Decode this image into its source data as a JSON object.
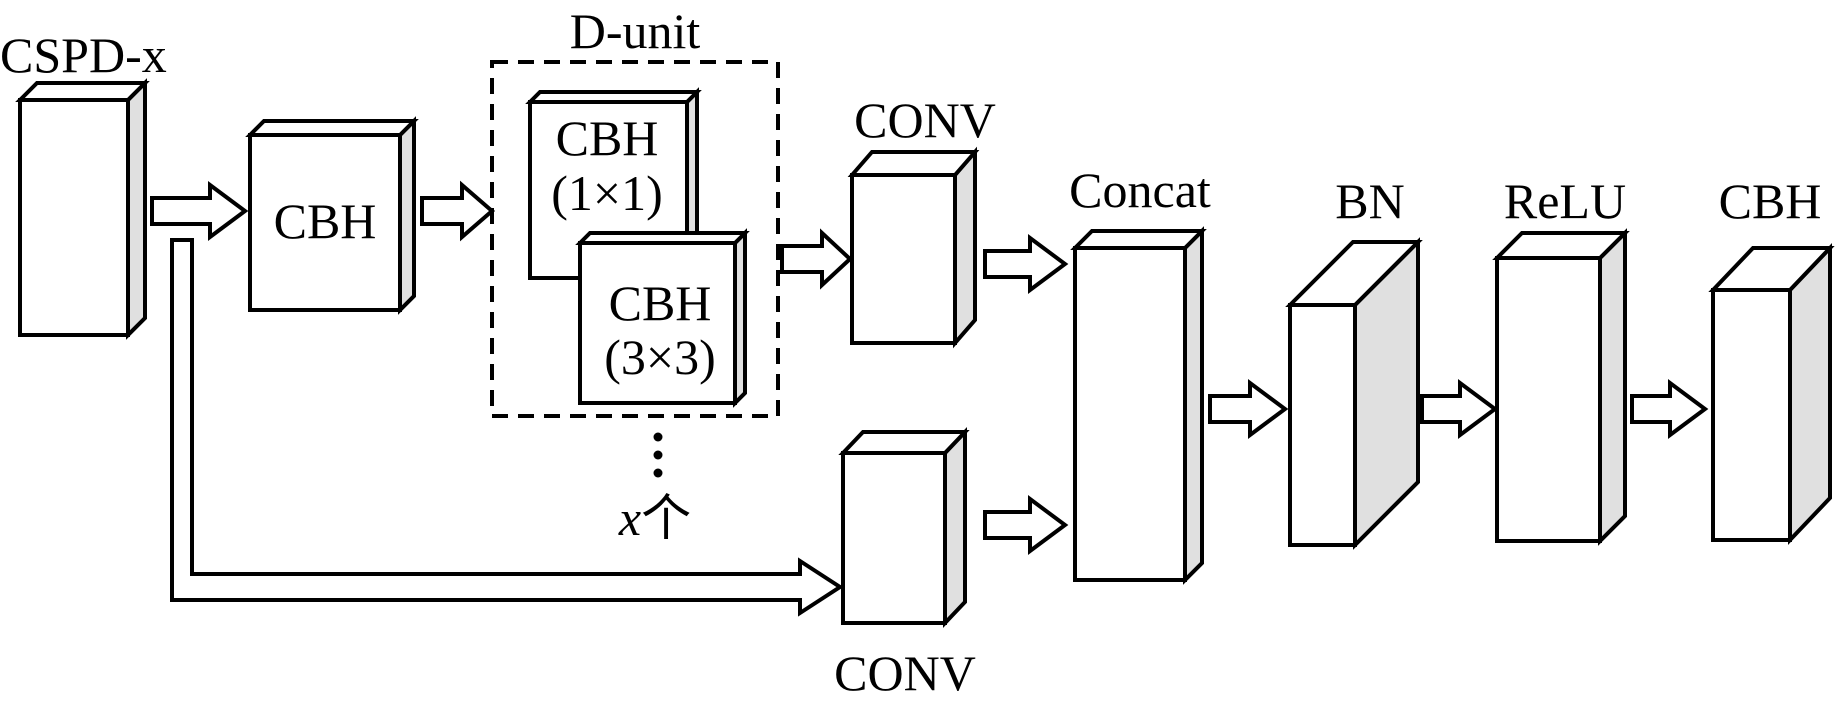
{
  "title": "CSPD-x",
  "group_label": "D-unit",
  "blocks": {
    "cbh_main": "CBH",
    "d_unit_1_name": "CBH",
    "d_unit_1_kernel": "(1×1)",
    "d_unit_2_name": "CBH",
    "d_unit_2_kernel": "(3×3)",
    "conv_top": "CONV",
    "conv_bottom": "CONV",
    "concat": "Concat",
    "bn": "BN",
    "relu": "ReLU",
    "cbh_out": "CBH"
  },
  "repeat": {
    "variable": "x",
    "suffix": "个"
  },
  "colors": {
    "stroke": "#000000",
    "face": "#ffffff",
    "side": "#e0e0e0"
  }
}
